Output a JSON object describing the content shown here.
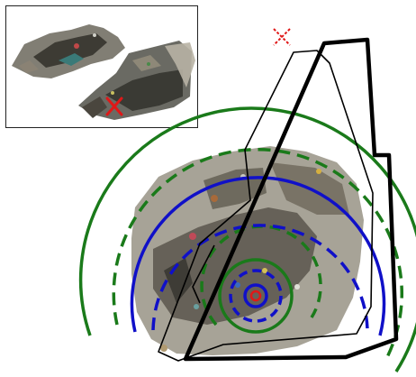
{
  "figure": {
    "colors": {
      "outline": "#000000",
      "green_ring": "#1a7a1a",
      "blue_ring": "#1010c8",
      "marker_red": "#e01818",
      "pointcloud_dark": "#4a4a40",
      "pointcloud_mid": "#7a7466",
      "pointcloud_light": "#a39a86"
    },
    "markers": [
      {
        "id": "upper-camera-marker",
        "icon": "x-marker-dashed"
      },
      {
        "id": "inset-camera-marker",
        "icon": "x-marker-solid"
      },
      {
        "id": "center-target-marker",
        "icon": "circle-target"
      }
    ],
    "rings": {
      "green": [
        "solid",
        "dashed",
        "solid",
        "dashed"
      ],
      "blue": [
        "solid",
        "dashed",
        "solid",
        "dashed"
      ]
    }
  }
}
